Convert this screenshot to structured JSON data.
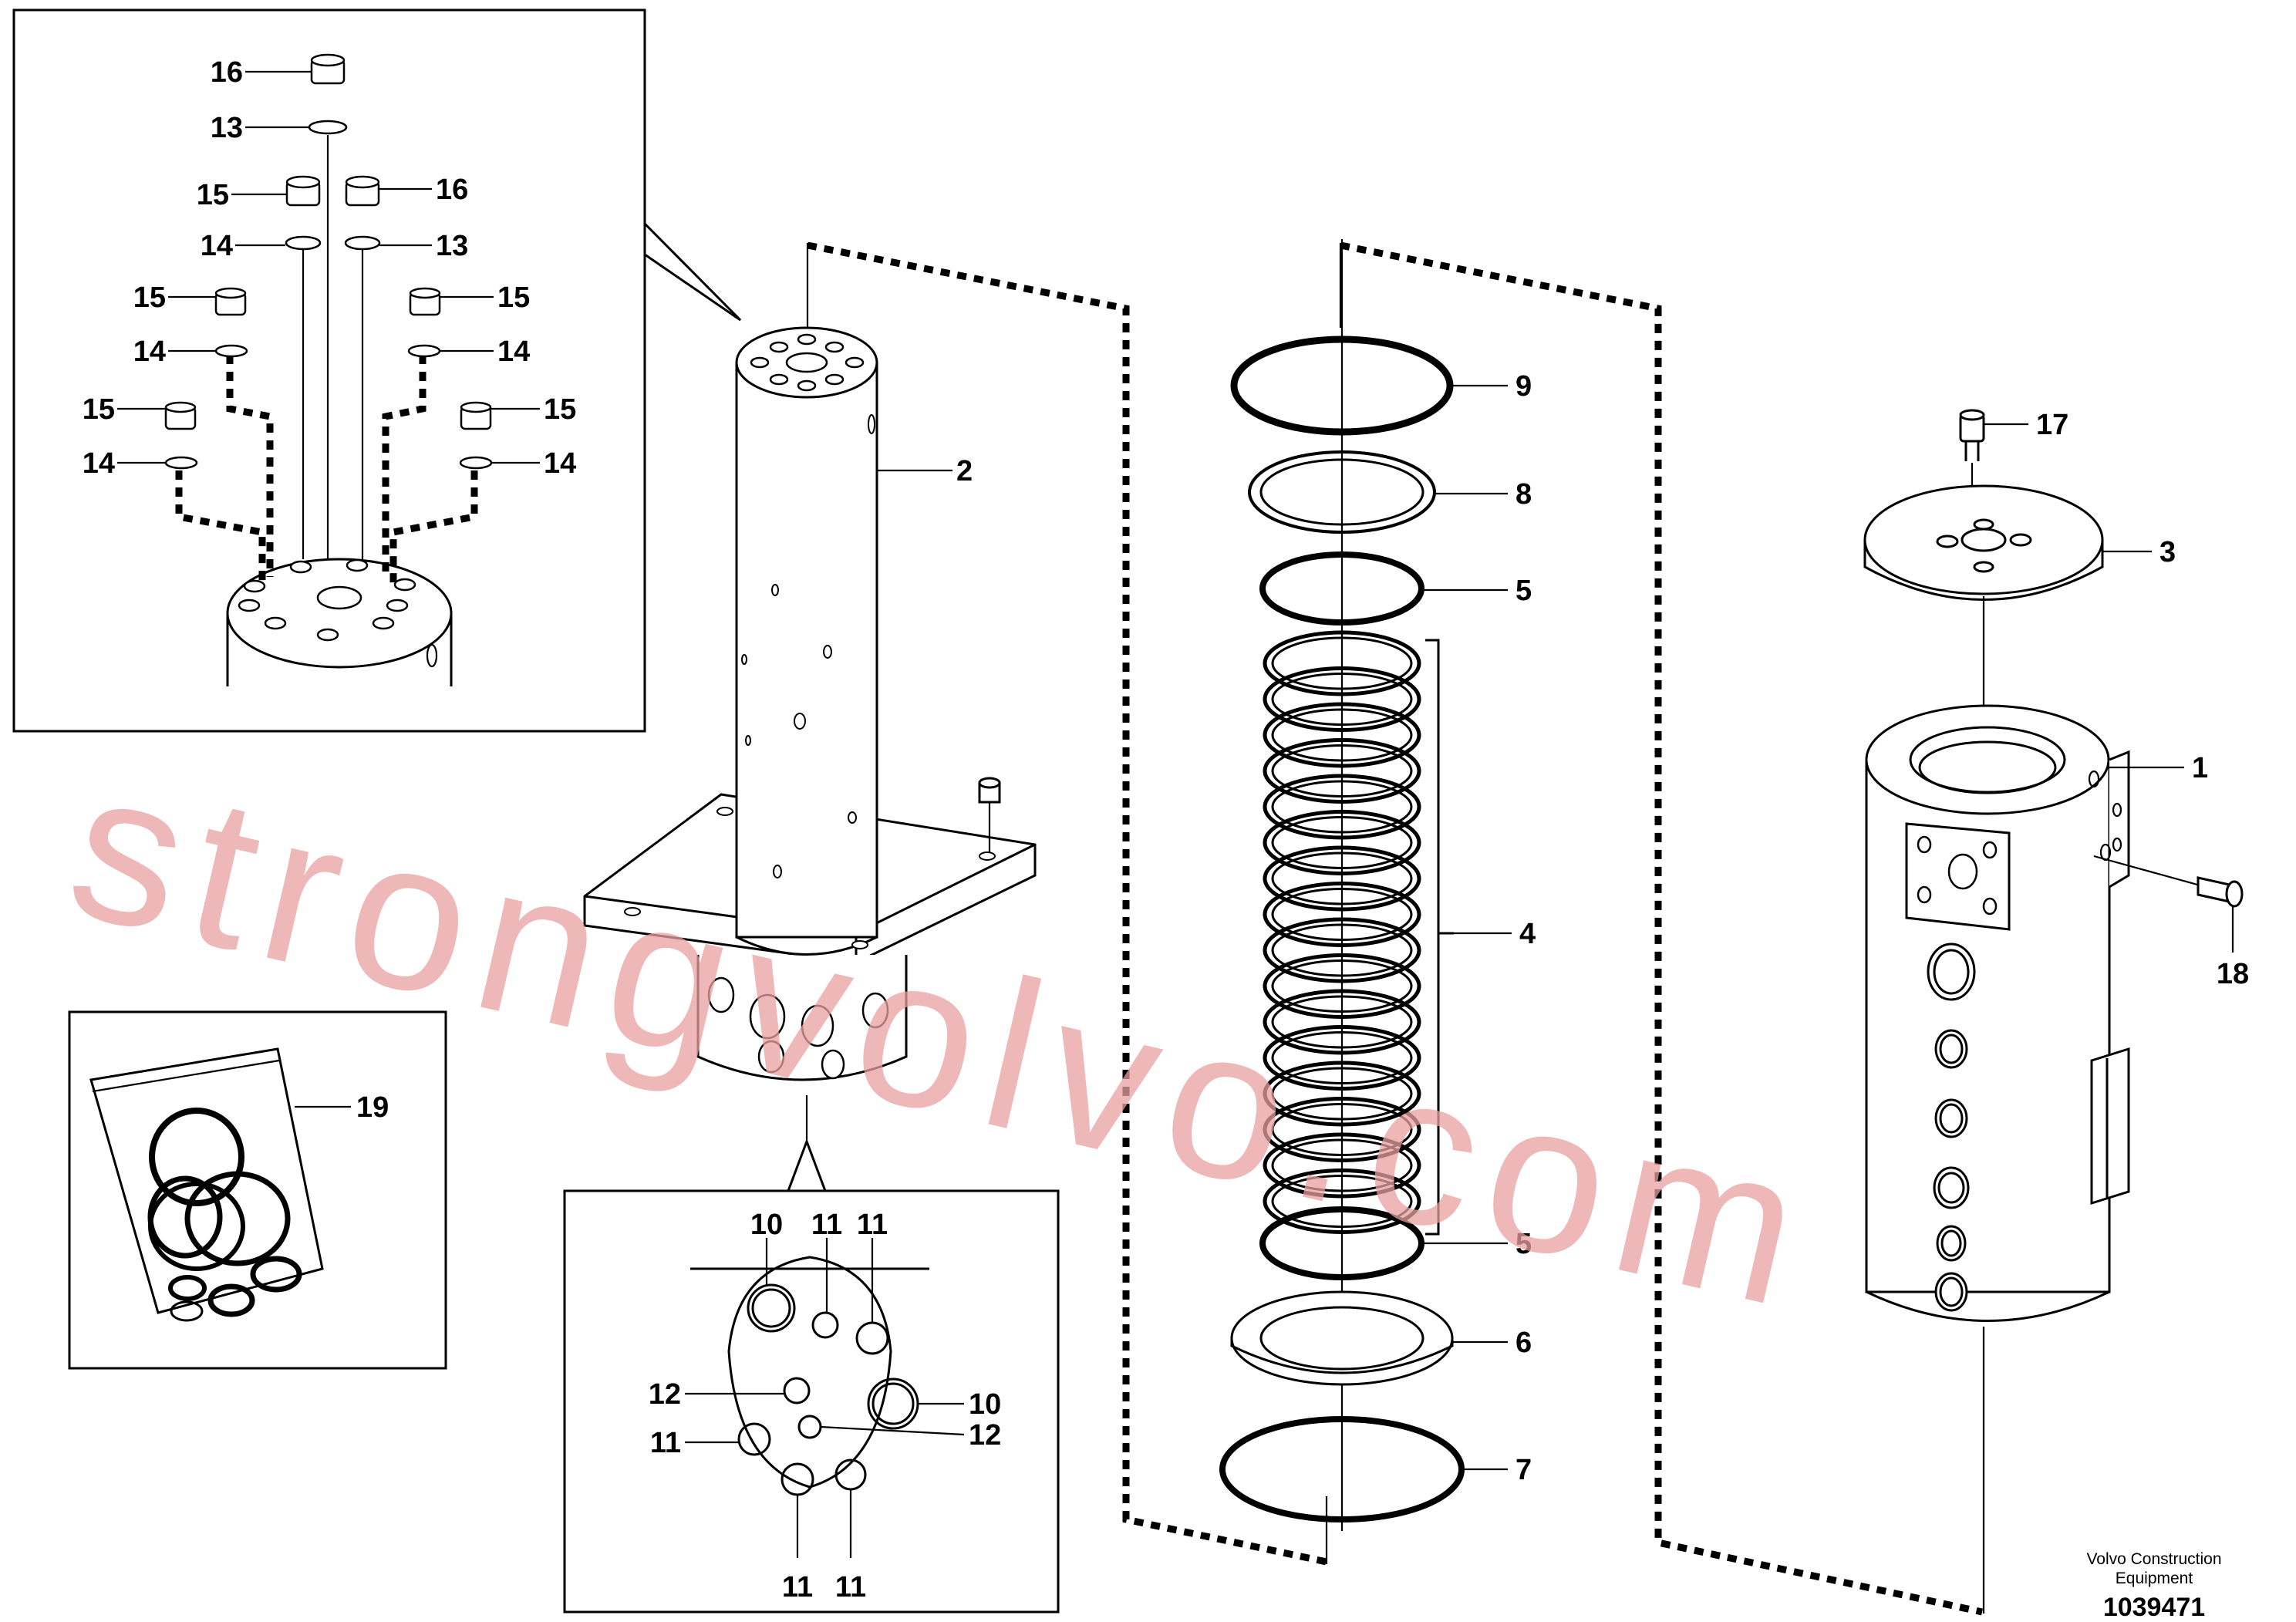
{
  "diagram": {
    "callouts": {
      "c1": "1",
      "c2": "2",
      "c3": "3",
      "c4": "4",
      "c5a": "5",
      "c5b": "5",
      "c6": "6",
      "c7": "7",
      "c8": "8",
      "c9": "9",
      "c17": "17",
      "c18": "18",
      "c19": "19"
    },
    "detail_top": {
      "c16a": "16",
      "c13a": "13",
      "c15a": "15",
      "c16b": "16",
      "c14a": "14",
      "c13b": "13",
      "c15b": "15",
      "c15c": "15",
      "c14b": "14",
      "c14c": "14",
      "c15d": "15",
      "c15e": "15",
      "c14d": "14",
      "c14e": "14"
    },
    "detail_bottom": {
      "c10a": "10",
      "c11a": "11",
      "c11b": "11",
      "c12a": "12",
      "c10b": "10",
      "c11c": "11",
      "c12b": "12",
      "c11d": "11",
      "c11e": "11"
    },
    "watermark": "strongvolvo.com",
    "footer": {
      "brand_line1": "Volvo Construction",
      "brand_line2": "Equipment",
      "drawing_number": "1039471"
    },
    "colors": {
      "watermark": "#e8a0a0",
      "ink": "#000000"
    }
  }
}
